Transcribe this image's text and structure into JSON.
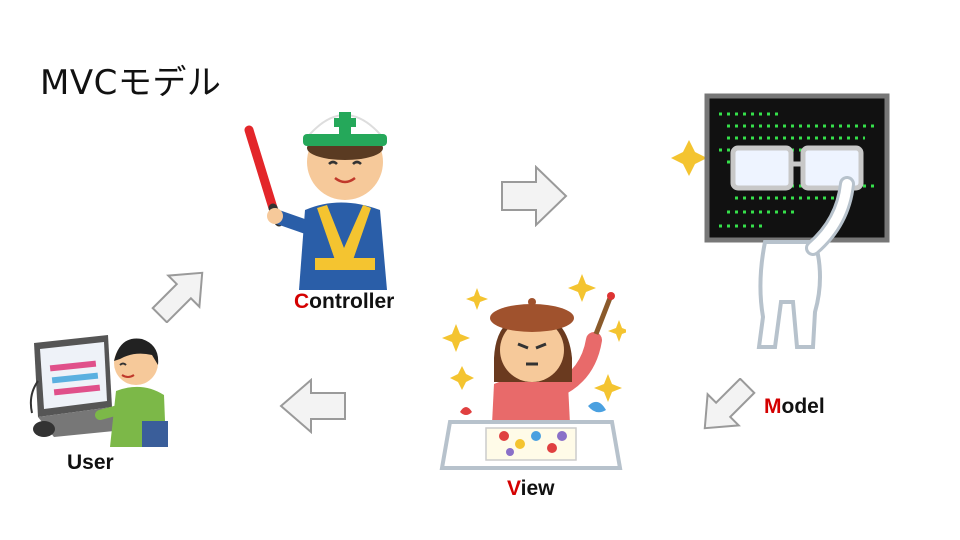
{
  "title": "MVCモデル",
  "nodes": {
    "controller": {
      "first": "C",
      "rest": "ontroller"
    },
    "model": {
      "first": "M",
      "rest": "odel"
    },
    "view": {
      "first": "V",
      "rest": "iew"
    },
    "user": {
      "label": "User"
    }
  },
  "colors": {
    "accent": "#d40000",
    "arrow_fill": "#f3f3f3",
    "arrow_stroke": "#9a9a9a",
    "code_green": "#35e04a"
  },
  "icons": [
    "controller-figure",
    "model-figure",
    "view-figure",
    "user-figure",
    "right-arrow-icon",
    "down-left-arrow-icon",
    "left-arrow-icon",
    "up-right-arrow-icon"
  ]
}
